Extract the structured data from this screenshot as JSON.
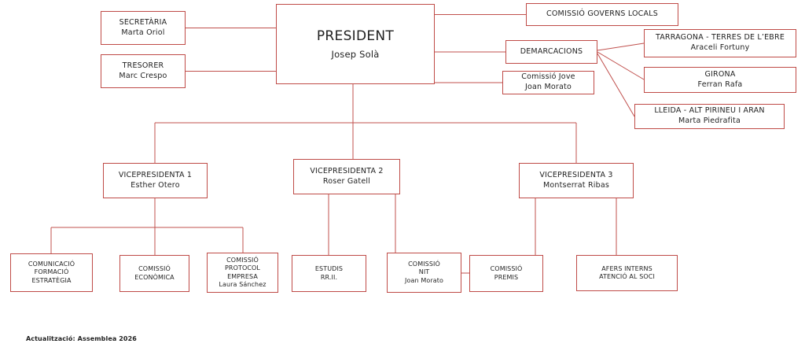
{
  "canvas": {
    "background": "#ffffff"
  },
  "colors": {
    "box_border": "#bf4b47",
    "connector": "#c0504d",
    "text": "#1f1f1f"
  },
  "caption": {
    "text": "Actualització: Assemblea 2026"
  },
  "org": {
    "president": {
      "lines": [
        "PRESIDENT",
        "Josep Solà"
      ]
    },
    "secretaria": {
      "lines": [
        "SECRETÀRIA",
        "Marta Oriol"
      ]
    },
    "tresorer": {
      "lines": [
        "TRESORER",
        "Marc Crespo"
      ]
    },
    "governs_locals": {
      "lines": [
        "COMISSIÓ GOVERNS LOCALS"
      ]
    },
    "demarcacions": {
      "lines": [
        "DEMARCACIONS"
      ]
    },
    "comissio_jove": {
      "lines": [
        "Comissió Jove",
        "Joan Morato"
      ]
    },
    "tarragona": {
      "lines": [
        "TARRAGONA - TERRES DE L’EBRE",
        "Araceli Fortuny"
      ]
    },
    "girona": {
      "lines": [
        "GIRONA",
        "Ferran Rafa"
      ]
    },
    "lleida": {
      "lines": [
        "LLEIDA - ALT PIRINEU I ARAN",
        "Marta Piedrafita"
      ]
    },
    "vicepresidenta1": {
      "lines": [
        "VICEPRESIDENTA 1",
        "Esther Otero"
      ]
    },
    "vicepresidenta2": {
      "lines": [
        "VICEPRESIDENTA 2",
        "Roser Gatell"
      ]
    },
    "vicepresidenta3": {
      "lines": [
        "VICEPRESIDENTA 3",
        "Montserrat Ribas"
      ]
    },
    "comunicacio": {
      "lines": [
        "COMUNICACIÓ",
        "FORMACIÓ",
        "ESTRATÈGIA"
      ]
    },
    "economica": {
      "lines": [
        "COMISSIÓ",
        "ECONÒMICA"
      ]
    },
    "protocol": {
      "lines": [
        "COMISSIÓ",
        "PROTOCOL",
        "EMPRESA",
        "Laura Sánchez"
      ]
    },
    "estudis": {
      "lines": [
        "ESTUDIS",
        "RR.II."
      ]
    },
    "nit": {
      "lines": [
        "COMISSIÓ",
        "NIT",
        "Joan Morato"
      ]
    },
    "premis": {
      "lines": [
        "COMISSIÓ",
        "PREMIS"
      ]
    },
    "afers_interns": {
      "lines": [
        "AFERS INTERNS",
        "ATENCIÓ AL SOCI"
      ]
    }
  }
}
